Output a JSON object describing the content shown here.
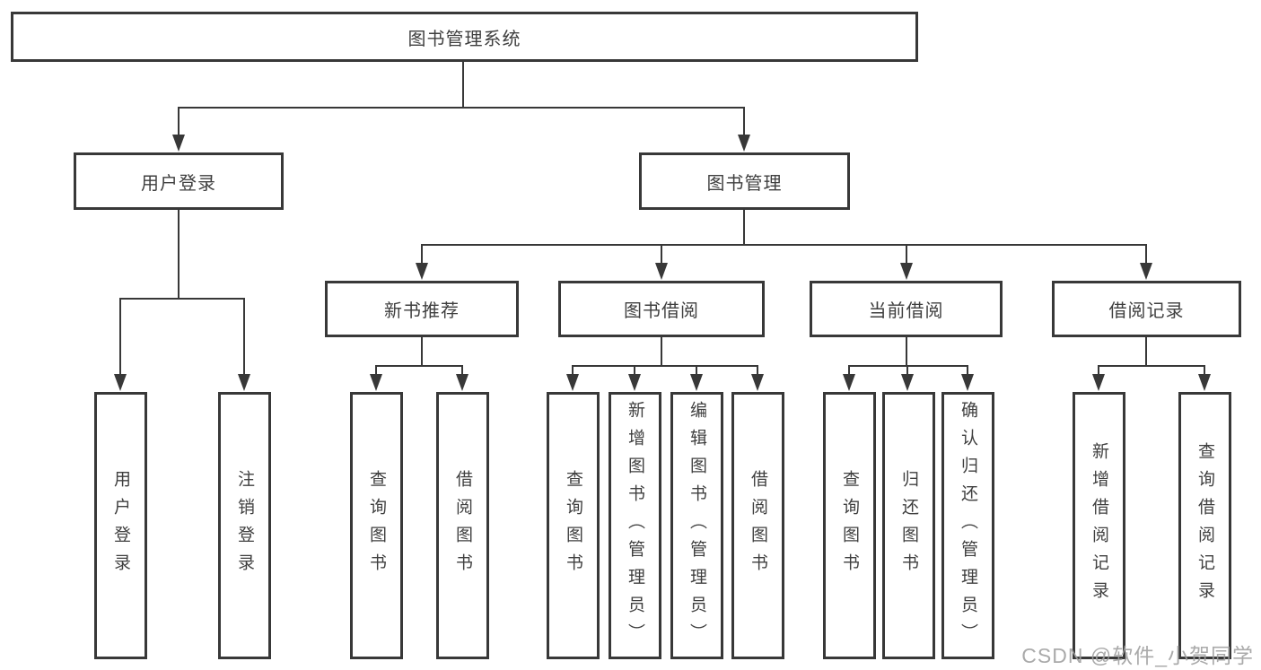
{
  "diagram": {
    "title": "图书管理系统",
    "user_login": {
      "label": "用户登录",
      "children": [
        "用户登录",
        "注销登录"
      ]
    },
    "book_management": {
      "label": "图书管理",
      "sections": [
        {
          "label": "新书推荐",
          "children": [
            "查询图书",
            "借阅图书"
          ]
        },
        {
          "label": "图书借阅",
          "children": [
            "查询图书",
            "新增图书（管理员）",
            "编辑图书（管理员）",
            "借阅图书"
          ]
        },
        {
          "label": "当前借阅",
          "children": [
            "查询图书",
            "归还图书",
            "确认归还（管理员）"
          ]
        },
        {
          "label": "借阅记录",
          "children": [
            "新增借阅记录",
            "查询借阅记录"
          ]
        }
      ]
    },
    "colors": {
      "line": "#383838",
      "box_border": "#383838",
      "text": "#3f3f3f",
      "watermark": "#9e9e9e"
    }
  },
  "watermark": {
    "text": "CSDN @软件_小贺同学"
  }
}
